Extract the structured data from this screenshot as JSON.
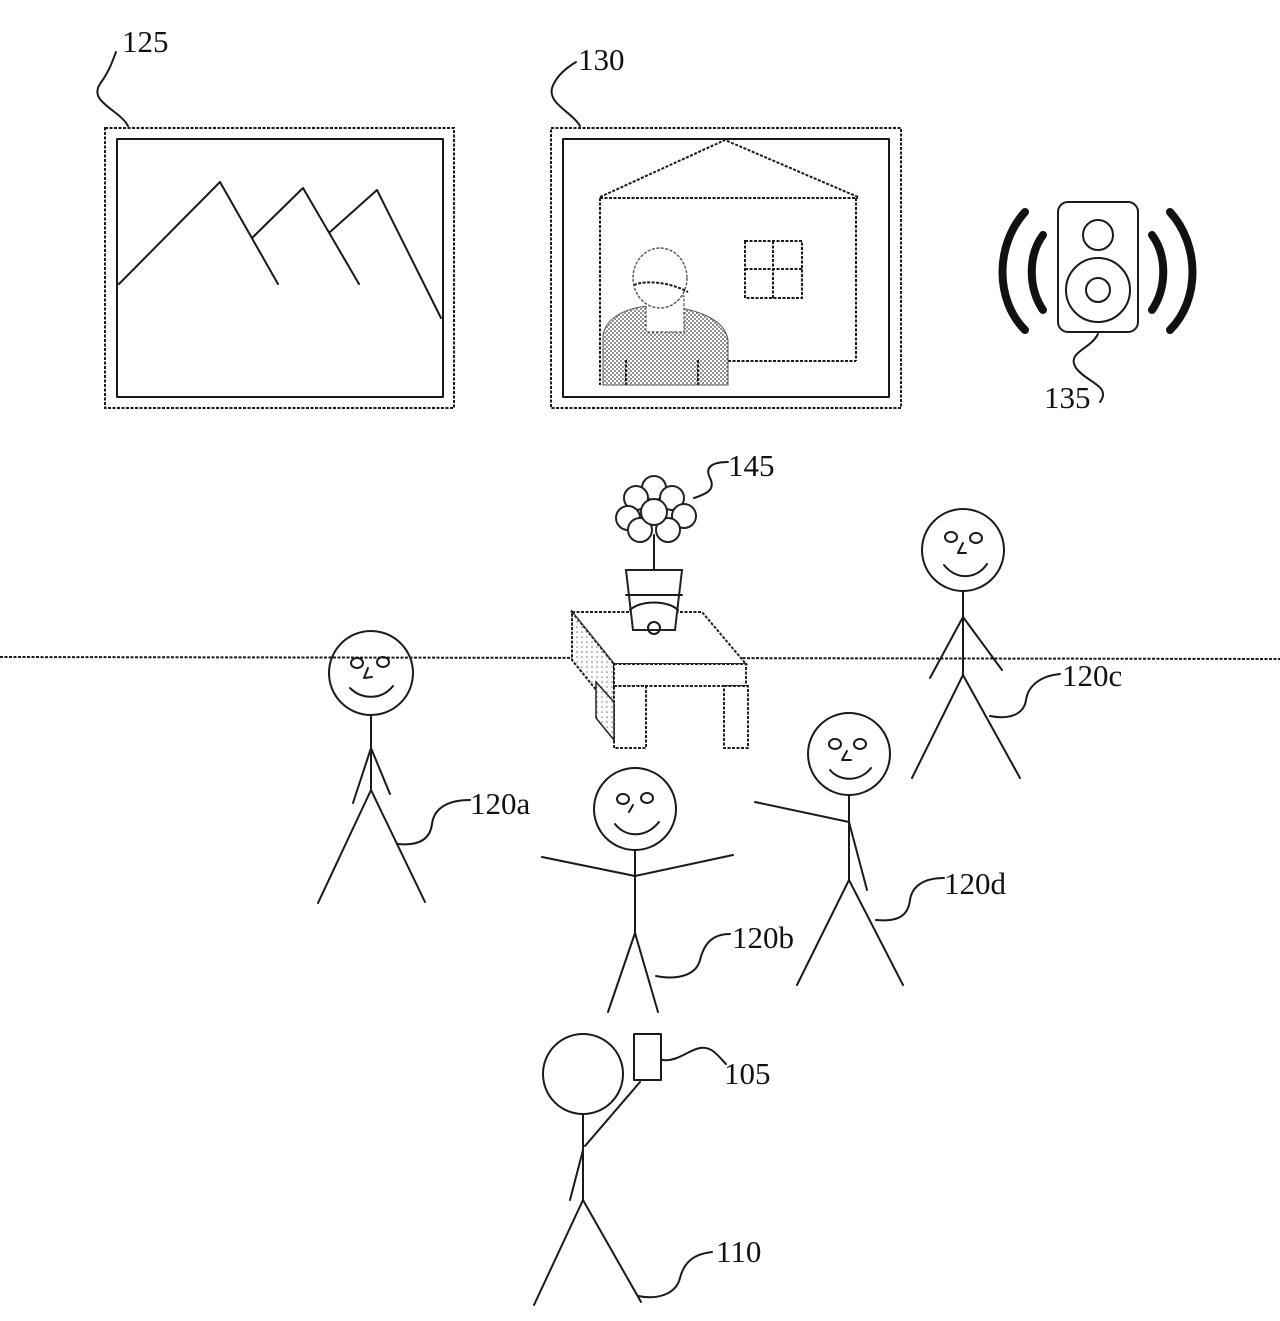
{
  "labels": {
    "picture_frame_landscape": "125",
    "picture_frame_portrait": "130",
    "speaker": "135",
    "flower_pot": "145",
    "person_a": "120a",
    "person_b": "120b",
    "person_c": "120c",
    "person_d": "120d",
    "device": "105",
    "user": "110"
  },
  "colors": {
    "ink": "#1a1a1a",
    "background": "#ffffff",
    "shade": "#9a9a9a"
  }
}
